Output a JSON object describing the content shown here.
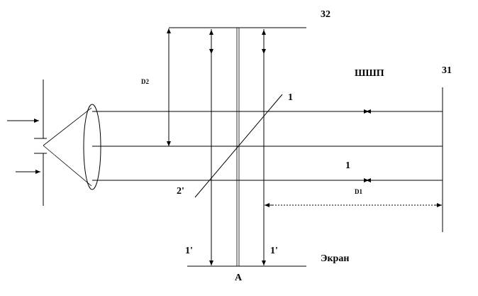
{
  "labels": {
    "mirror_2_number": "32",
    "mirror_1_number": "31",
    "interferometer_label": "ШШП",
    "beam_1_upper": "1",
    "beam_1_lower": "1",
    "beam_2_prime": "2'",
    "beam_1_prime_left": "1'",
    "beam_1_prime_right": "1'",
    "distance_d2": "D2",
    "distance_d1": "D1",
    "screen_label": "Экран",
    "point_a": "A"
  }
}
